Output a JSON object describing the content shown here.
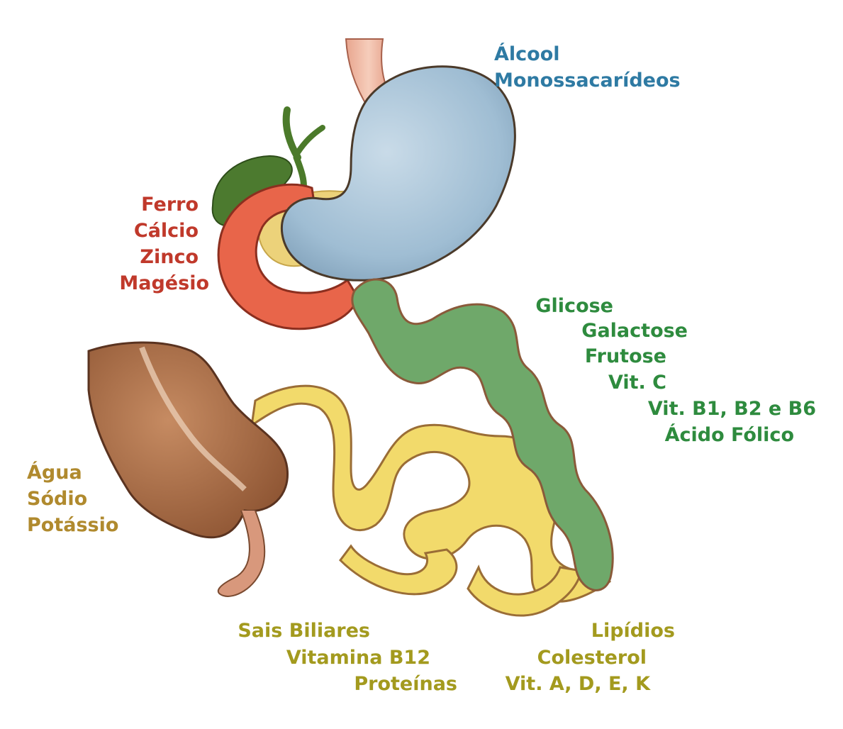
{
  "colors": {
    "stomach": "#2e7aa3",
    "duodenum": "#c0392b",
    "jejunum": "#2e8b3e",
    "ileum": "#a39a1e",
    "colon": "#b08a2e"
  },
  "labels": {
    "stomach": [
      "Álcool",
      "Monossacarídeos"
    ],
    "duodenum": [
      "Ferro",
      "Cálcio",
      "Zinco",
      "Magésio"
    ],
    "jejunum": [
      "Glicose",
      "Galactose",
      "Frutose",
      "Vit. C",
      "Vit. B1, B2 e B6",
      "Ácido Fólico"
    ],
    "colon": [
      "Água",
      "Sódio",
      "Potássio"
    ],
    "ileum_left": [
      "Sais Biliares",
      "Vitamina B12",
      "Proteínas"
    ],
    "ileum_right": [
      "Lipídios",
      "Colesterol",
      "Vit. A, D, E, K"
    ]
  }
}
